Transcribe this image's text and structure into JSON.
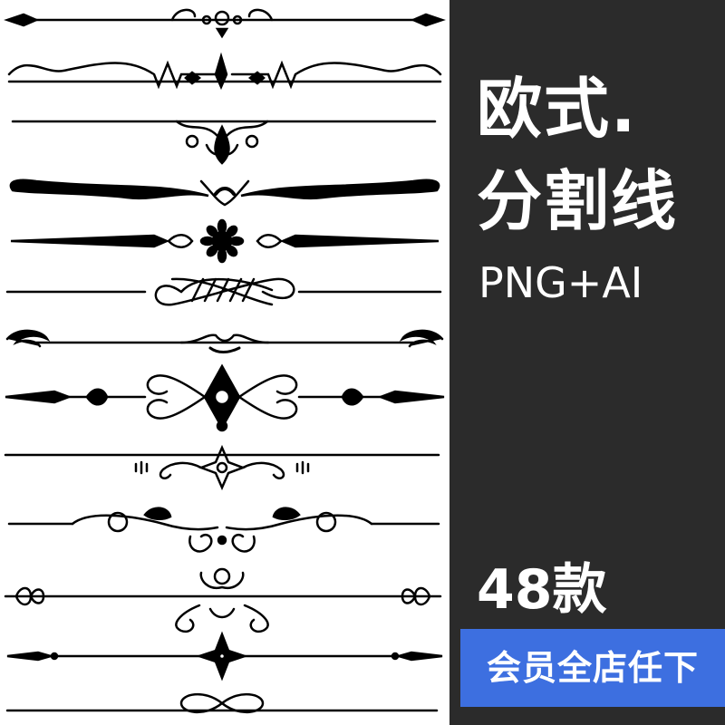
{
  "title": {
    "line1": "欧式.",
    "line2": "分割线"
  },
  "format": "PNG+AI",
  "count": "48款",
  "banner": "会员全店任下",
  "colors": {
    "panel": "#2b2b2b",
    "banner": "#3d6fe0",
    "text": "#ffffff",
    "ornament": "#000000"
  },
  "dividers": [
    {
      "style": "arrow-scroll-line"
    },
    {
      "style": "curved-wave-line"
    },
    {
      "style": "leaf-pendant-line"
    },
    {
      "style": "bold-scroll-swoosh"
    },
    {
      "style": "rosette-diamond-line"
    },
    {
      "style": "rope-loop-line"
    },
    {
      "style": "flourish-ends-line"
    },
    {
      "style": "baroque-diamond-line"
    },
    {
      "style": "star-flower-line"
    },
    {
      "style": "vine-leaf-line"
    },
    {
      "style": "knot-ends-crest-line"
    },
    {
      "style": "diamond-star-line"
    },
    {
      "style": "infinity-loop-line"
    }
  ]
}
